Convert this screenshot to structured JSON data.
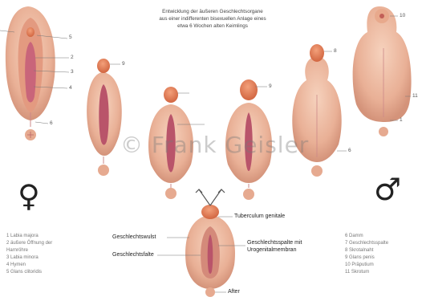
{
  "title_lines": [
    "Entwicklung der äußeren Geschlechtsorgane",
    "aus einer indifferenten bisexuellen Anlage eines",
    "etwa 6 Wochen alten Keimlings"
  ],
  "watermark": "© Frank Geisler",
  "female_symbol": "♀",
  "male_symbol": "♂",
  "number_labels": {
    "n1": "1",
    "n5": "5",
    "n2": "2",
    "n3": "3",
    "n4": "4",
    "n6": "6",
    "n9a": "9",
    "n9b": "9",
    "n6b": "6",
    "n8": "8",
    "n10": "10",
    "n11": "11"
  },
  "center_labels": {
    "tuberculum": "Tuberculum genitale",
    "geschlechtswulst": "Geschlechtswulst",
    "geschlechtsfalte": "Geschlechtsfalte",
    "geschlechtsspalte": "Geschlechtsspalte mit",
    "urogenitalmembran": "Urogenitalmembran",
    "after": "After"
  },
  "legend_left": [
    "1 Labia majora",
    "2 äußere Öffnung der",
    "   Harnröhre",
    "3 Labia minora",
    "4 Hymen",
    "5 Glans clitoridis"
  ],
  "legend_right": [
    "6 Damm",
    "7 Geschlechtsspalte",
    "8 Skrotalnaht",
    "9 Glans penis",
    "10 Präputium",
    "11 Skrotum"
  ]
}
